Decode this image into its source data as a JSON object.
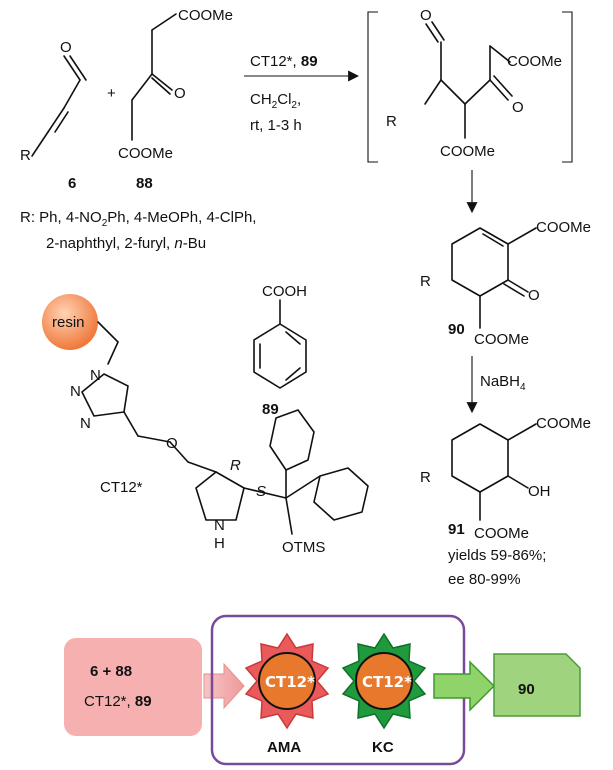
{
  "labels": {
    "c6": "6",
    "c88": "88",
    "c89": "89",
    "c90": "90",
    "c91": "91",
    "plus": "+",
    "cooMe": "COOMe",
    "o": "O",
    "oh": "OH",
    "cooh": "COOH",
    "r": "R",
    "rPrime": "R",
    "nh": "N",
    "h": "H",
    "n": "N",
    "otms": "OTMS",
    "stereoR": "R",
    "stereoS": "S",
    "resin": "resin",
    "ct12": "CT12*",
    "nabh4": "NaBH",
    "sub4": "4"
  },
  "conditions": {
    "line1a": "CT12*, ",
    "line1b": "89",
    "line2a": "CH",
    "line2sub": "2",
    "line2b": "Cl",
    "line2sub2": "2",
    "line2c": ",",
    "line3": "rt, 1-3 h"
  },
  "rgroups": {
    "line1": "R: Ph, 4-NO",
    "line1sub": "2",
    "line1b": "Ph, 4-MeOPh, 4-ClPh,",
    "line2a": "2-naphthyl, 2-furyl, ",
    "line2it": "n",
    "line2b": "-Bu"
  },
  "results": {
    "yields": "yields 59-86%;",
    "ee": "ee 80-99%"
  },
  "cascade": {
    "input_main": "6 + 88",
    "input_sub_a": "CT12*, ",
    "input_sub_b": "89",
    "catalyst1": "CT12*",
    "catalyst2": "CT12*",
    "label1": "AMA",
    "label2": "KC",
    "output": "90"
  },
  "colors": {
    "resin_sphere": "#f4874b",
    "input_box": "#f6b0b0",
    "star_red": "#ea5a5a",
    "star_green": "#1f9a3c",
    "catalyst_core": "#e8782c",
    "output_box": "#9fd37e",
    "frame": "#7a4a9a"
  }
}
